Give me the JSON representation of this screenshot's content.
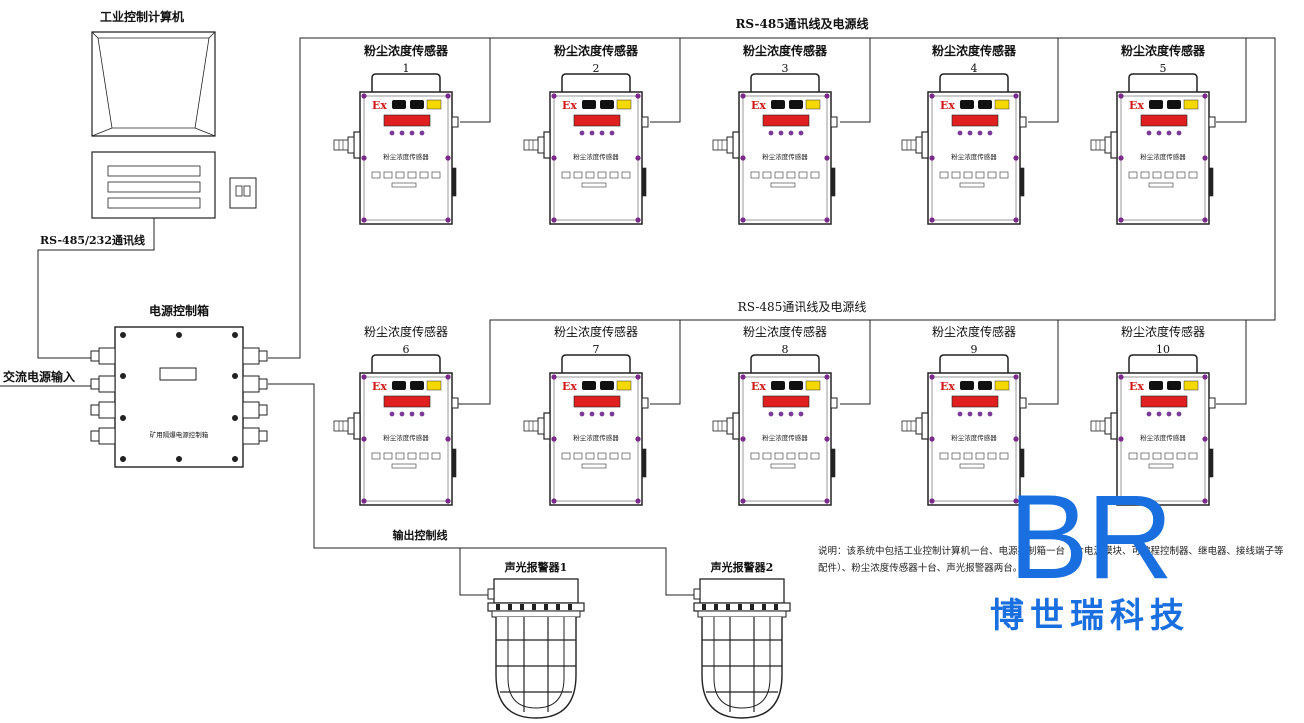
{
  "computer": {
    "label": "工业控制计算机"
  },
  "comm_line": {
    "label": "RS-485/232通讯线"
  },
  "power_box": {
    "label": "电源控制箱",
    "nameplate": "矿用隔爆电源控制箱"
  },
  "ac_input": {
    "label": "交流电源输入"
  },
  "bus_top": {
    "label": "RS-485通讯线及电源线"
  },
  "bus_bottom": {
    "label": "RS-485通讯线及电源线"
  },
  "output_line": {
    "label": "输出控制线"
  },
  "sensors": [
    {
      "label": "粉尘浓度传感器",
      "number": "1",
      "panel_text": "粉尘浓度传感器"
    },
    {
      "label": "粉尘浓度传感器",
      "number": "2",
      "panel_text": "粉尘浓度传感器"
    },
    {
      "label": "粉尘浓度传感器",
      "number": "3",
      "panel_text": "粉尘浓度传感器"
    },
    {
      "label": "粉尘浓度传感器",
      "number": "4",
      "panel_text": "粉尘浓度传感器"
    },
    {
      "label": "粉尘浓度传感器",
      "number": "5",
      "panel_text": "粉尘浓度传感器"
    },
    {
      "label": "粉尘浓度传感器",
      "number": "6",
      "panel_text": "粉尘浓度传感器"
    },
    {
      "label": "粉尘浓度传感器",
      "number": "7",
      "panel_text": "粉尘浓度传感器"
    },
    {
      "label": "粉尘浓度传感器",
      "number": "8",
      "panel_text": "粉尘浓度传感器"
    },
    {
      "label": "粉尘浓度传感器",
      "number": "9",
      "panel_text": "粉尘浓度传感器"
    },
    {
      "label": "粉尘浓度传感器",
      "number": "10",
      "panel_text": "粉尘浓度传感器"
    }
  ],
  "ex_mark": "Ex",
  "alarms": [
    {
      "label": "声光报警器1"
    },
    {
      "label": "声光报警器2"
    }
  ],
  "note": "说明：该系统中包括工业控制计算机一台、电源控制箱一台（含电源模块、可编程控制器、继电器、接线端子等配件）、粉尘浓度传感器十台、声光报警器两台。",
  "logo": {
    "mark": "BR",
    "name": "博世瑞科技"
  },
  "colors": {
    "display": "#e02020",
    "button": "#7a3a9a",
    "screw": "#7a2a8a",
    "logo": "#1a6fe0",
    "badge": "#f5d800"
  }
}
